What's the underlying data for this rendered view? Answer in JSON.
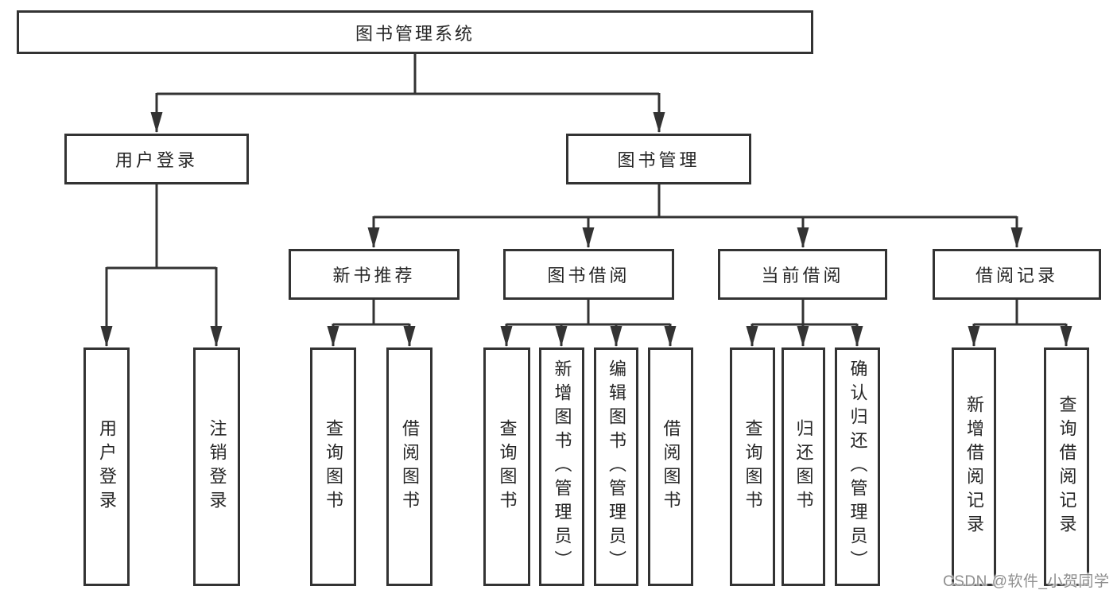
{
  "diagram": {
    "type": "hierarchy-tree",
    "title": "图书管理系统",
    "colors": {
      "line": "#333333",
      "box_border": "#333333",
      "box_background": "#ffffff",
      "text": "#262626",
      "watermark_text": "#8f8f8f"
    },
    "nodes": {
      "root": "图书管理系统",
      "user_login": "用户登录",
      "book_mgmt": "图书管理",
      "new_book_rec": "新书推荐",
      "book_borrow": "图书借阅",
      "current_borrow": "当前借阅",
      "borrow_records": "借阅记录",
      "leaf_user_login": "用户登录",
      "leaf_logout": "注销登录",
      "leaf_nbr_query": "查询图书",
      "leaf_nbr_borrow": "借阅图书",
      "leaf_bb_query": "查询图书",
      "leaf_bb_add": "新增图书（管理员）",
      "leaf_bb_edit": "编辑图书（管理员）",
      "leaf_bb_borrow": "借阅图书",
      "leaf_cb_query": "查询图书",
      "leaf_cb_return": "归还图书",
      "leaf_cb_confirm": "确认归还（管理员）",
      "leaf_br_add": "新增借阅记录",
      "leaf_br_query": "查询借阅记录"
    },
    "structure": {
      "root": [
        "user_login",
        "book_mgmt"
      ],
      "user_login": [
        "leaf_user_login",
        "leaf_logout"
      ],
      "book_mgmt": [
        "new_book_rec",
        "book_borrow",
        "current_borrow",
        "borrow_records"
      ],
      "new_book_rec": [
        "leaf_nbr_query",
        "leaf_nbr_borrow"
      ],
      "book_borrow": [
        "leaf_bb_query",
        "leaf_bb_add",
        "leaf_bb_edit",
        "leaf_bb_borrow"
      ],
      "current_borrow": [
        "leaf_cb_query",
        "leaf_cb_return",
        "leaf_cb_confirm"
      ],
      "borrow_records": [
        "leaf_br_add",
        "leaf_br_query"
      ]
    },
    "watermark": "CSDN @软件_小贺同学"
  }
}
